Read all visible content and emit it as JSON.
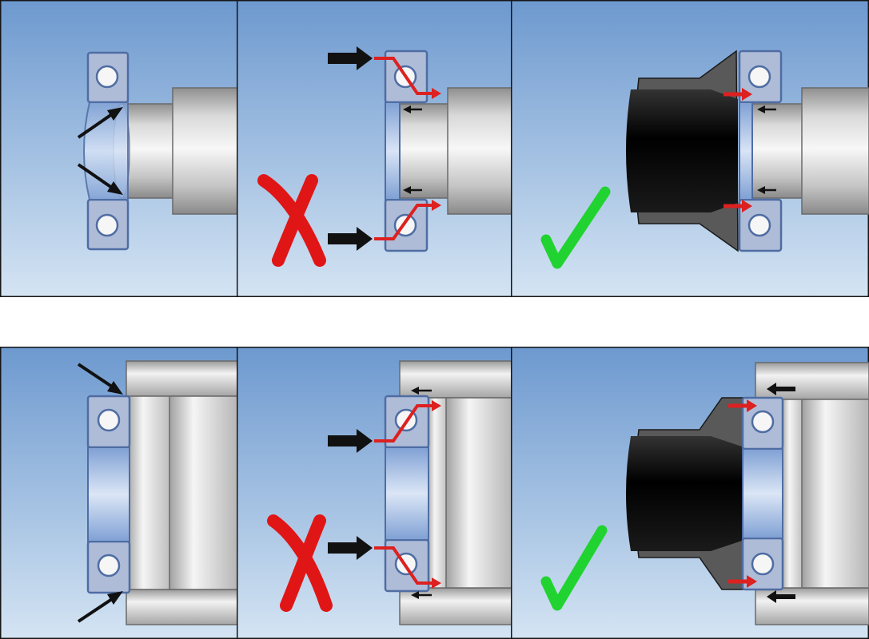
{
  "colors": {
    "panel_sky_top": "#6d99cf",
    "panel_sky_bottom": "#d4e4f3",
    "frame": "#151515",
    "bearing_fill": "#aebcd8",
    "bearing_stroke": "#4f6da3",
    "ball": "#f6f6f6",
    "steel_light": "#f4f4f4",
    "steel_mid": "#c9c9c9",
    "steel_dark": "#8f8f8f",
    "force_path": "#dd2020",
    "load_arrow": "#111111",
    "wrong_mark": "#e01616",
    "right_mark": "#21d330",
    "tool_black": "#0b0b0b",
    "tool_grey": "#595959"
  },
  "rows": [
    {
      "id": "shaft-mounting",
      "panels": [
        {
          "role": "setup",
          "mark": null
        },
        {
          "role": "incorrect",
          "mark": "x-mark-icon"
        },
        {
          "role": "correct",
          "mark": "check-mark-icon"
        }
      ]
    },
    {
      "id": "housing-mounting",
      "panels": [
        {
          "role": "setup",
          "mark": null
        },
        {
          "role": "incorrect",
          "mark": "x-mark-icon"
        },
        {
          "role": "correct",
          "mark": "check-mark-icon"
        }
      ]
    }
  ]
}
